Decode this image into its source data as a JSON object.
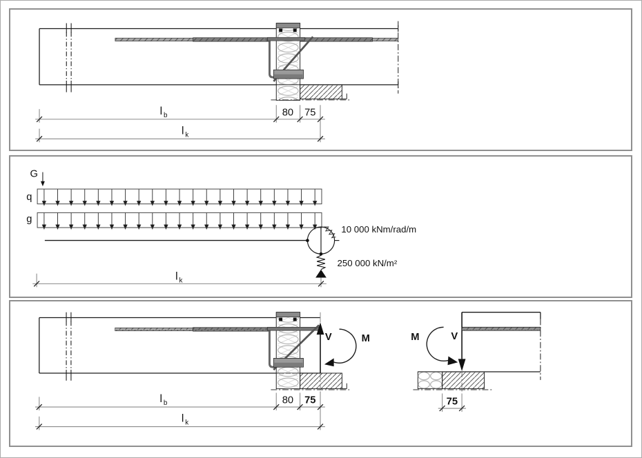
{
  "colors": {
    "panel_border": "#8f8f8f",
    "line_black": "#1a1a1a",
    "dim_gray": "#8a8a8a",
    "steel_light": "#a8a8a8",
    "steel_dark": "#6f6f6f",
    "bearing_gray": "#9a9a9a"
  },
  "panel_top_section": {
    "dim_lb_base": "l",
    "dim_lb_sub": "b",
    "dim_80": "80",
    "dim_75": "75",
    "dim_lk_base": "l",
    "dim_lk_sub": "k"
  },
  "panel_static_model": {
    "point_load": "G",
    "live_load": "q",
    "dead_load": "g",
    "rotational_spring": "10 000 kNm/rad/m",
    "vertical_spring": "250 000 kN/m²",
    "dim_lk_base": "l",
    "dim_lk_sub": "k"
  },
  "panel_forces_section": {
    "dim_lb_base": "l",
    "dim_lb_sub": "b",
    "dim_80": "80",
    "dim_75": "75",
    "dim_lk_base": "l",
    "dim_lk_sub": "k",
    "shear": "V",
    "moment": "M",
    "right": {
      "moment": "M",
      "shear": "V",
      "dim_75": "75"
    }
  }
}
